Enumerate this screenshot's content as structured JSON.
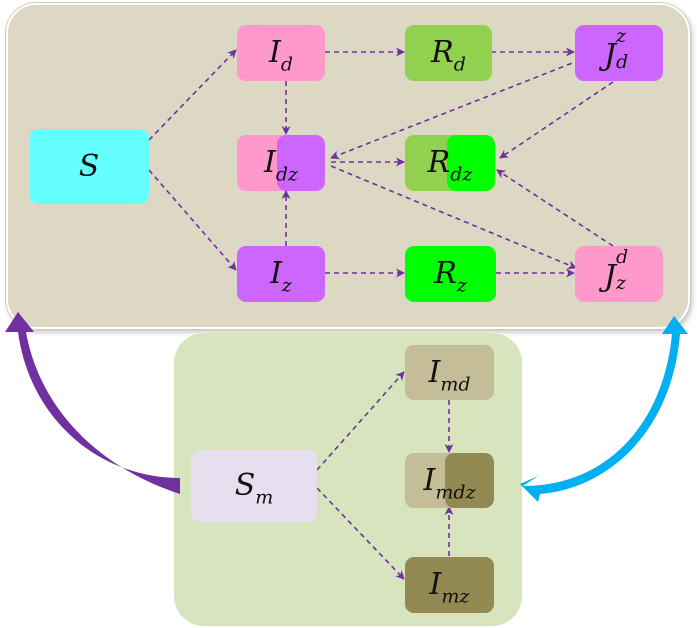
{
  "diagram": {
    "colors": {
      "human_panel": "#ddd8c4",
      "mosquito_panel": "#d7e4bd",
      "cyan": "#66ffff",
      "pink": "#ff99cc",
      "purple": "#cc66ff",
      "light_green": "#92d050",
      "bright_green": "#00ff00",
      "lavender": "#e6dff0",
      "tan": "#c4bd97",
      "olive": "#938953",
      "arrow": "#7030a0",
      "left_curve": "#7030a0",
      "right_curve": "#00b0f0"
    },
    "nodes": {
      "S": {
        "base": "S"
      },
      "Id": {
        "base": "I",
        "sub": "d"
      },
      "Idz": {
        "base": "I",
        "sub": "dz"
      },
      "Iz": {
        "base": "I",
        "sub": "z"
      },
      "Rd": {
        "base": "R",
        "sub": "d"
      },
      "Rdz": {
        "base": "R",
        "sub": "dz"
      },
      "Rz": {
        "base": "R",
        "sub": "z"
      },
      "Jdz": {
        "base": "J",
        "sup": "z",
        "sub": "d"
      },
      "Jzd": {
        "base": "J",
        "sup": "d",
        "sub": "z"
      },
      "Sm": {
        "base": "S",
        "sub": "m"
      },
      "Imd": {
        "base": "I",
        "sub": "md"
      },
      "Imdz": {
        "base": "I",
        "sub": "mdz"
      },
      "Imz": {
        "base": "I",
        "sub": "mz"
      }
    }
  }
}
